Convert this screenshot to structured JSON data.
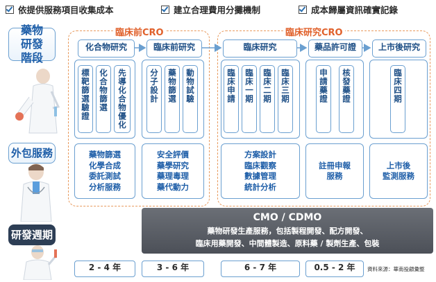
{
  "header": {
    "items": [
      "依提供服務項目收集成本",
      "建立合理費用分攤機制",
      "成本歸屬資訊確實記錄"
    ]
  },
  "side": {
    "phase": "藥物研發階段",
    "outsource": "外包服務",
    "cycle": "研發週期"
  },
  "groups": {
    "pre": "臨床前CRO",
    "clinical": "臨床研究CRO"
  },
  "stages": [
    "化合物研究",
    "臨床前研究",
    "臨床研究",
    "藥品許可證",
    "上市後研究"
  ],
  "steps": {
    "compound": [
      "標靶篩選驗證",
      "化合物篩選",
      "先導化合物優化"
    ],
    "preclinical": [
      "分子設計",
      "藥物篩選",
      "動物試驗"
    ],
    "clinical": [
      "臨床申請",
      "臨床一期",
      "臨床二期",
      "臨床三期"
    ],
    "license": [
      "申請藥證",
      "核發藥證"
    ],
    "post": [
      "臨床四期"
    ]
  },
  "services": {
    "compound": [
      "藥物篩選",
      "化學合成",
      "委託測試",
      "分析服務"
    ],
    "preclinical": [
      "安全評價",
      "藥學研究",
      "藥理毒理",
      "藥代動力"
    ],
    "clinical": [
      "方案設計",
      "臨床觀察",
      "數據管理",
      "統計分析"
    ],
    "license": [
      "註冊申報",
      "服務"
    ],
    "post": [
      "上市後",
      "監測服務"
    ]
  },
  "cmo": {
    "title": "CMO / CDMO",
    "line1": "藥物研發生產服務，包括製程開發、配方開發、",
    "line2": "臨床用藥開發、中間體製造、原料藥 / 製劑生產、包裝"
  },
  "periods": [
    "2 - 4 年",
    "3 - 6 年",
    "6 - 7 年",
    "0.5 - 2 年"
  ],
  "source": "資料來源：華南投顧彙整",
  "colors": {
    "border": "#6a9fd0",
    "text": "#1e5ea8",
    "group": "#e0602a"
  }
}
